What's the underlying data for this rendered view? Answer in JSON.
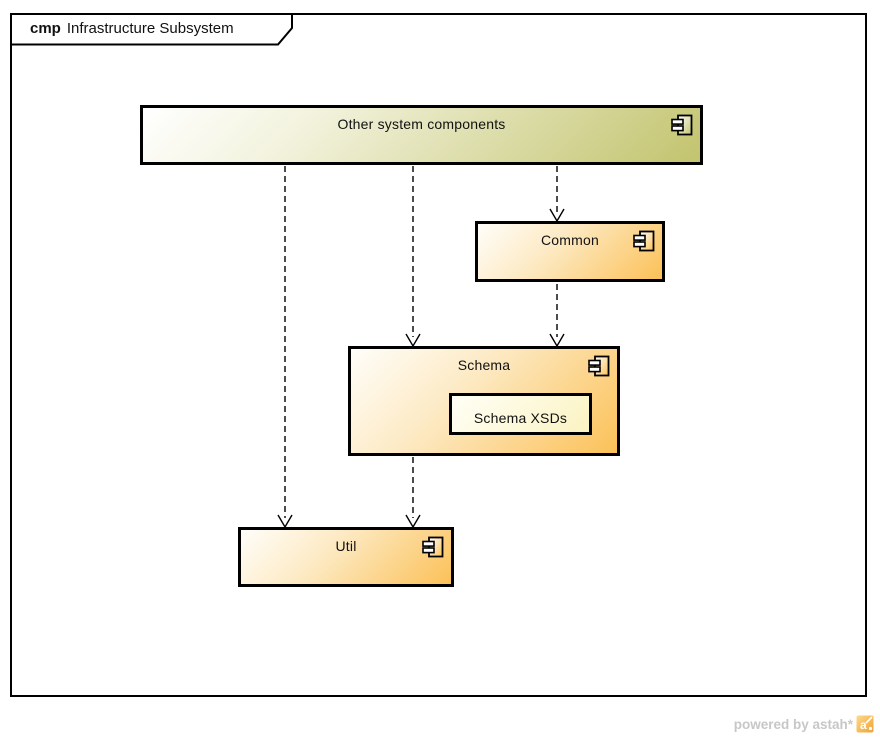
{
  "frame": {
    "keyword": "cmp",
    "title": "Infrastructure Subsystem"
  },
  "nodes": {
    "other_system_components": {
      "label": "Other system components",
      "type": "component"
    },
    "common": {
      "label": "Common",
      "type": "component"
    },
    "schema": {
      "label": "Schema",
      "type": "component"
    },
    "schema_xsds": {
      "label": "Schema XSDs",
      "type": "nested-box"
    },
    "util": {
      "label": "Util",
      "type": "component"
    }
  },
  "edges": [
    {
      "from": "other_system_components",
      "to": "common",
      "style": "dashed-dependency"
    },
    {
      "from": "other_system_components",
      "to": "schema",
      "style": "dashed-dependency"
    },
    {
      "from": "other_system_components",
      "to": "util",
      "style": "dashed-dependency"
    },
    {
      "from": "common",
      "to": "schema",
      "style": "dashed-dependency"
    },
    {
      "from": "schema",
      "to": "util",
      "style": "dashed-dependency"
    }
  ],
  "colors": {
    "olive_fill": "#c2c46e",
    "orange_fill": "#fbc158",
    "pale_yellow_fill": "#fbf3c2",
    "border": "#000000",
    "footer_gray": "#c7c7c7",
    "astah_logo_orange": "#f0a336"
  },
  "footer": {
    "text": "powered by astah*"
  }
}
